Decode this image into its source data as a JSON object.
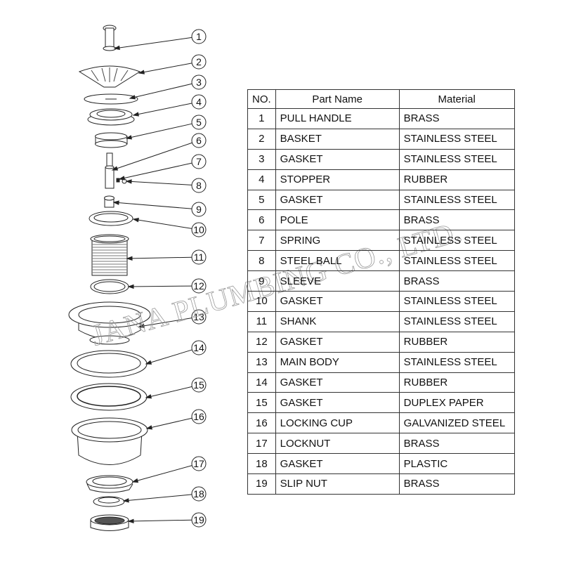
{
  "table": {
    "headers": [
      "NO.",
      "Part Name",
      "Material"
    ],
    "rows": [
      {
        "no": "1",
        "name": "PULL HANDLE",
        "material": "BRASS"
      },
      {
        "no": "2",
        "name": "BASKET",
        "material": "STAINLESS STEEL"
      },
      {
        "no": "3",
        "name": "GASKET",
        "material": "STAINLESS STEEL"
      },
      {
        "no": "4",
        "name": "STOPPER",
        "material": "RUBBER"
      },
      {
        "no": "5",
        "name": "GASKET",
        "material": "STAINLESS STEEL"
      },
      {
        "no": "6",
        "name": "POLE",
        "material": "BRASS"
      },
      {
        "no": "7",
        "name": "SPRING",
        "material": "STAINLESS STEEL"
      },
      {
        "no": "8",
        "name": "STEEL BALL",
        "material": "STAINLESS STEEL"
      },
      {
        "no": "9",
        "name": "SLEEVE",
        "material": "BRASS"
      },
      {
        "no": "10",
        "name": "GASKET",
        "material": "STAINLESS STEEL"
      },
      {
        "no": "11",
        "name": "SHANK",
        "material": "STAINLESS STEEL"
      },
      {
        "no": "12",
        "name": "GASKET",
        "material": "RUBBER"
      },
      {
        "no": "13",
        "name": "MAIN BODY",
        "material": "STAINLESS STEEL"
      },
      {
        "no": "14",
        "name": "GASKET",
        "material": "RUBBER"
      },
      {
        "no": "15",
        "name": "GASKET",
        "material": "DUPLEX PAPER"
      },
      {
        "no": "16",
        "name": "LOCKING CUP",
        "material": "GALVANIZED STEEL"
      },
      {
        "no": "17",
        "name": "LOCKNUT",
        "material": "BRASS"
      },
      {
        "no": "18",
        "name": "GASKET",
        "material": "PLASTIC"
      },
      {
        "no": "19",
        "name": "SLIP NUT",
        "material": "BRASS"
      }
    ]
  },
  "callouts": [
    "1",
    "2",
    "3",
    "4",
    "5",
    "6",
    "7",
    "8",
    "9",
    "10",
    "11",
    "12",
    "13",
    "14",
    "15",
    "16",
    "17",
    "18",
    "19"
  ],
  "watermark": "JANA PLUMBING CO., LTD."
}
